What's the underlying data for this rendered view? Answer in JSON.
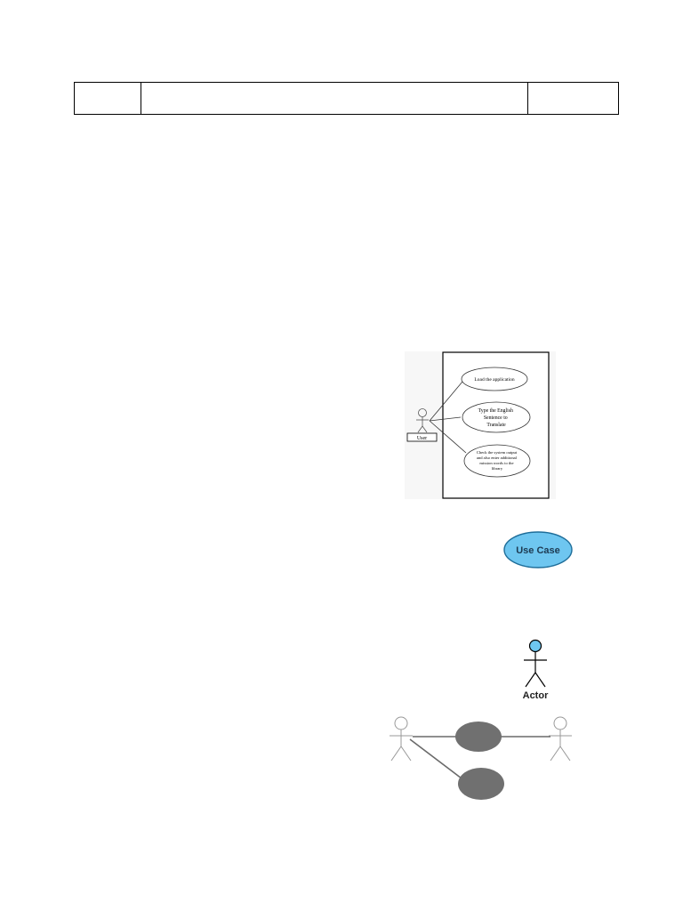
{
  "header_table": {
    "cells": [
      "",
      "",
      ""
    ]
  },
  "use_case_diagram": {
    "actor_label": "User",
    "use_cases": [
      "Load the application",
      "Type the English Sentence to Translate",
      "Check the system output and also enter additional mission words to the library"
    ],
    "use_case_lines": [
      [
        "Load the application"
      ],
      [
        "Type the English",
        "Sentence to",
        "Translate"
      ],
      [
        "Check the system output",
        "and also enter additional",
        "mission words to the",
        "library"
      ]
    ]
  },
  "legend_use_case": {
    "label": "Use Case",
    "fill": "#6ec6f0"
  },
  "legend_actor": {
    "label": "Actor",
    "head_fill": "#6ec6f0"
  },
  "association_example": {
    "ellipse_fill": "#707070"
  }
}
